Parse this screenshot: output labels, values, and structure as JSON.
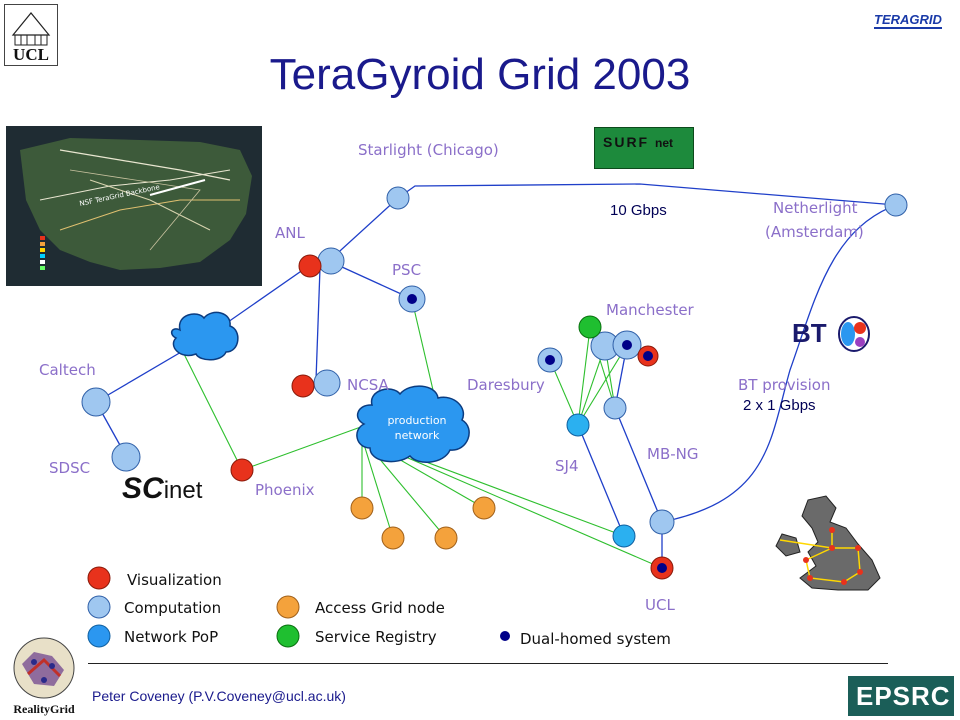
{
  "title": "TeraGyroid Grid 2003",
  "labels": {
    "starlight": "Starlight (Chicago)",
    "netherlight_1": "Netherlight",
    "netherlight_2": "(Amsterdam)",
    "anl": "ANL",
    "psc": "PSC",
    "manchester": "Manchester",
    "caltech": "Caltech",
    "ncsa": "NCSA",
    "daresbury": "Daresbury",
    "bt_provision": "BT provision",
    "sdsc": "SDSC",
    "phoenix": "Phoenix",
    "sj4": "SJ4",
    "mbng": "MB-NG",
    "ucl": "UCL",
    "production_1": "production",
    "production_2": "network"
  },
  "bandwidth": {
    "link_10g": "10 Gbps",
    "bt_2x1g": "2 x 1 Gbps"
  },
  "logos": {
    "ucl": "UCL",
    "teragrid": "TERAGRID",
    "surfnet_1": "SURF",
    "surfnet_2": "net",
    "bt": "BT",
    "scinet_1": "SC",
    "scinet_2": "inet",
    "epsrc": "EPSRC",
    "realitygrid": "RealityGrid",
    "map_text": "NSF TeraGrid Backbone"
  },
  "legend": {
    "visualization": "Visualization",
    "computation": "Computation",
    "network_pop": "Network PoP",
    "access_grid": "Access Grid node",
    "service_registry": "Service Registry",
    "dual_homed": "Dual-homed system"
  },
  "colors": {
    "visualization": "#e8321c",
    "computation": "#9fc7f0",
    "network_pop": "#2b97f0",
    "access_grid": "#f4a23c",
    "service_registry": "#1fbf30",
    "dual_homed": "#000088",
    "title": "#1a1a8c",
    "label": "#8b6fc9"
  },
  "footer": "Peter Coveney (P.V.Coveney@ucl.ac.uk)"
}
